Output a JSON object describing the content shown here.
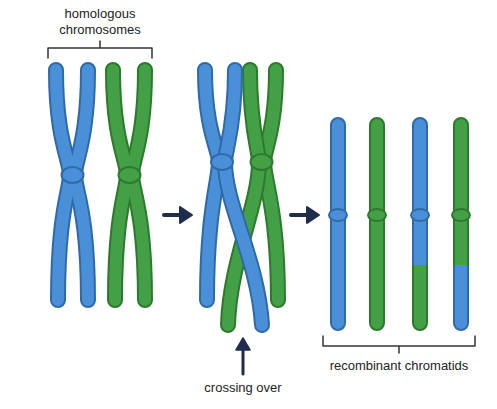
{
  "diagram": {
    "labels": [
      "homologous chromosomes",
      "crossing over",
      "recombinant chromatids"
    ]
  }
}
